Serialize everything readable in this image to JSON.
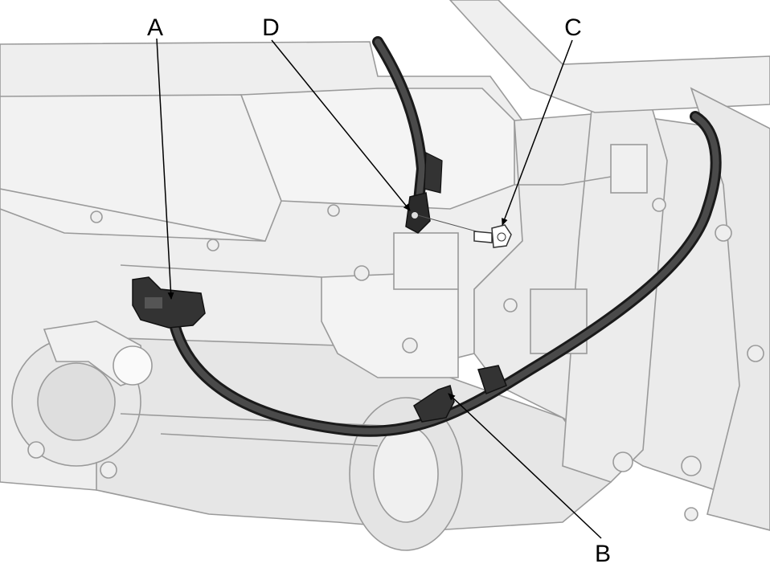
{
  "callouts": {
    "A": "A",
    "B": "B",
    "C": "C",
    "D": "D"
  },
  "colors": {
    "engine_fill": "#eeeeee",
    "engine_shade": "#dcdcdc",
    "engine_line": "#9a9a9a",
    "cable": "#333333",
    "callout_line": "#000000"
  }
}
